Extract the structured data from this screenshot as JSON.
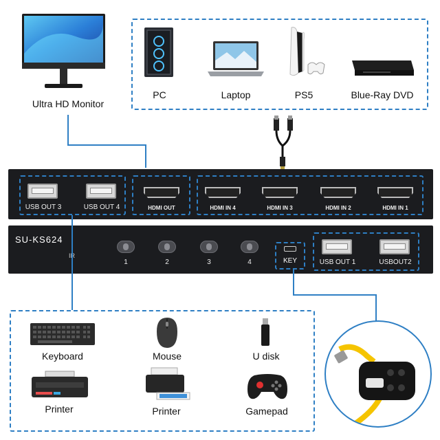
{
  "top_devices": {
    "monitor_label": "Ultra HD Monitor",
    "sources": [
      {
        "name": "pc",
        "label": "PC",
        "icon": "pc-tower-icon"
      },
      {
        "name": "laptop",
        "label": "Laptop",
        "icon": "laptop-icon"
      },
      {
        "name": "ps5",
        "label": "PS5",
        "icon": "console-icon"
      },
      {
        "name": "dvd",
        "label": "Blue-Ray DVD",
        "icon": "dvd-player-icon"
      }
    ]
  },
  "rear_panel": {
    "ports": [
      "USB OUT 3",
      "USB OUT 4",
      "HDMI OUT",
      "HDMI IN 4",
      "HDMI IN 3",
      "HDMI IN 2",
      "HDMI IN 1"
    ]
  },
  "front_panel": {
    "model": "SU-KS624",
    "ir_label": "IR",
    "buttons": [
      "1",
      "2",
      "3",
      "4"
    ],
    "key_label": "KEY",
    "usb_ports": [
      "USB OUT 1",
      "USBOUT2"
    ]
  },
  "peripherals": [
    {
      "label": "Keyboard",
      "icon": "keyboard-icon"
    },
    {
      "label": "Mouse",
      "icon": "mouse-icon"
    },
    {
      "label": "U disk",
      "icon": "usb-drive-icon"
    },
    {
      "label": "Printer",
      "icon": "inkjet-printer-icon"
    },
    {
      "label": "Printer",
      "icon": "scanner-printer-icon"
    },
    {
      "label": "Gamepad",
      "icon": "gamepad-icon"
    }
  ],
  "colors": {
    "accent": "#2e7fc4",
    "device_body": "#1b1c1f",
    "remote_cable": "#f5c400"
  }
}
